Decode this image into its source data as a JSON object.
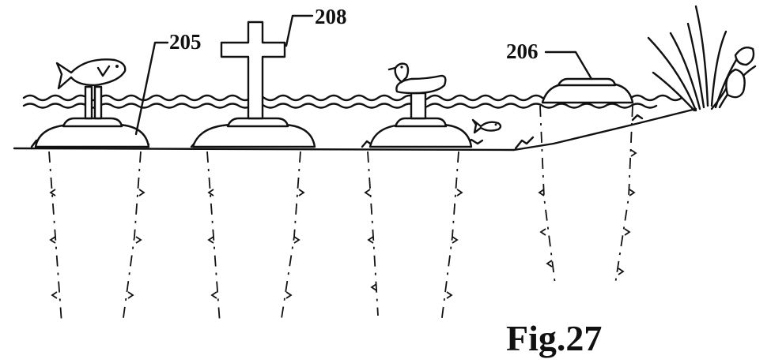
{
  "figure": {
    "caption": "Fig.27",
    "labels": {
      "buoy_fish": "205",
      "buoy_shore": "206",
      "cross": "208"
    }
  }
}
